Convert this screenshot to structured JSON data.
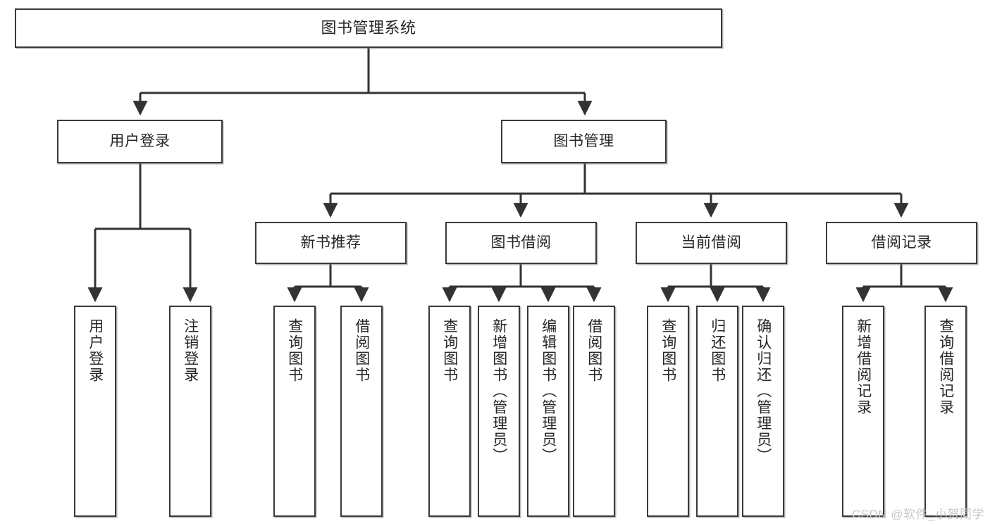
{
  "diagram": {
    "title": "图书管理系统",
    "type": "tree",
    "orientation": "top-down",
    "colors": {
      "box_stroke": "#3a3a3a",
      "box_fill": "#ffffff",
      "connector": "#333333",
      "text": "#262626",
      "watermark": "#c8c8c8",
      "background": "#ffffff"
    },
    "root": {
      "id": "root",
      "label": "图书管理系统"
    },
    "level1": [
      {
        "id": "user-login",
        "label": "用户登录"
      },
      {
        "id": "book-manage",
        "label": "图书管理"
      }
    ],
    "level2": [
      {
        "id": "new-book-recommend",
        "label": "新书推荐",
        "parent": "book-manage"
      },
      {
        "id": "book-borrow",
        "label": "图书借阅",
        "parent": "book-manage"
      },
      {
        "id": "current-borrow",
        "label": "当前借阅",
        "parent": "book-manage"
      },
      {
        "id": "borrow-record",
        "label": "借阅记录",
        "parent": "book-manage"
      }
    ],
    "leaves": [
      {
        "id": "leaf-user-login",
        "label": "用户登录",
        "parent": "user-login"
      },
      {
        "id": "leaf-logout-login",
        "label": "注销登录",
        "parent": "user-login"
      },
      {
        "id": "leaf-query-book-1",
        "label": "查询图书",
        "parent": "new-book-recommend"
      },
      {
        "id": "leaf-borrow-book-1",
        "label": "借阅图书",
        "parent": "new-book-recommend"
      },
      {
        "id": "leaf-query-book-2",
        "label": "查询图书",
        "parent": "book-borrow"
      },
      {
        "id": "leaf-add-book",
        "label": "新增图书（管理员）",
        "parent": "book-borrow"
      },
      {
        "id": "leaf-edit-book",
        "label": "编辑图书（管理员）",
        "parent": "book-borrow"
      },
      {
        "id": "leaf-borrow-book-2",
        "label": "借阅图书",
        "parent": "book-borrow"
      },
      {
        "id": "leaf-query-book-3",
        "label": "查询图书",
        "parent": "current-borrow"
      },
      {
        "id": "leaf-return-book",
        "label": "归还图书",
        "parent": "current-borrow"
      },
      {
        "id": "leaf-confirm-return",
        "label": "确认归还（管理员）",
        "parent": "current-borrow"
      },
      {
        "id": "leaf-add-record",
        "label": "新增借阅记录",
        "parent": "borrow-record"
      },
      {
        "id": "leaf-query-record",
        "label": "查询借阅记录",
        "parent": "borrow-record"
      }
    ],
    "watermark": "CSDN @软件_小贺同学"
  }
}
